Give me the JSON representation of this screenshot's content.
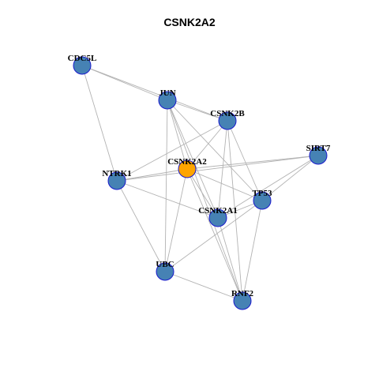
{
  "title": "CSNK2A2",
  "colors": {
    "background": "#ffffff",
    "edge": "#b3b3b3",
    "node_fill": "#4682b4",
    "node_stroke": "#1a1acd",
    "focus_fill": "#ffa500",
    "label": "#000000"
  },
  "graph": {
    "focus": "CSNK2A2",
    "nodes": [
      {
        "id": "CDC5L",
        "label": "CDC5L"
      },
      {
        "id": "JUN",
        "label": "JUN"
      },
      {
        "id": "CSNK2B",
        "label": "CSNK2B"
      },
      {
        "id": "SIRT7",
        "label": "SIRT7"
      },
      {
        "id": "CSNK2A2",
        "label": "CSNK2A2"
      },
      {
        "id": "NTRK1",
        "label": "NTRK1"
      },
      {
        "id": "TP53",
        "label": "TP53"
      },
      {
        "id": "CSNK2A1",
        "label": "CSNK2A1"
      },
      {
        "id": "UBC",
        "label": "UBC"
      },
      {
        "id": "RNF2",
        "label": "RNF2"
      }
    ],
    "edges": [
      [
        "CDC5L",
        "JUN"
      ],
      [
        "CDC5L",
        "CSNK2B"
      ],
      [
        "CDC5L",
        "NTRK1"
      ],
      [
        "JUN",
        "CSNK2B"
      ],
      [
        "JUN",
        "CSNK2A2"
      ],
      [
        "JUN",
        "TP53"
      ],
      [
        "JUN",
        "CSNK2A1"
      ],
      [
        "JUN",
        "UBC"
      ],
      [
        "JUN",
        "RNF2"
      ],
      [
        "CSNK2B",
        "NTRK1"
      ],
      [
        "CSNK2B",
        "CSNK2A2"
      ],
      [
        "CSNK2B",
        "TP53"
      ],
      [
        "CSNK2B",
        "CSNK2A1"
      ],
      [
        "CSNK2B",
        "RNF2"
      ],
      [
        "SIRT7",
        "CSNK2A2"
      ],
      [
        "SIRT7",
        "NTRK1"
      ],
      [
        "SIRT7",
        "TP53"
      ],
      [
        "SIRT7",
        "CSNK2A1"
      ],
      [
        "CSNK2A2",
        "NTRK1"
      ],
      [
        "CSNK2A2",
        "TP53"
      ],
      [
        "CSNK2A2",
        "CSNK2A1"
      ],
      [
        "CSNK2A2",
        "UBC"
      ],
      [
        "CSNK2A2",
        "RNF2"
      ],
      [
        "NTRK1",
        "CSNK2A1"
      ],
      [
        "NTRK1",
        "UBC"
      ],
      [
        "TP53",
        "CSNK2A1"
      ],
      [
        "TP53",
        "UBC"
      ],
      [
        "TP53",
        "RNF2"
      ],
      [
        "CSNK2A1",
        "RNF2"
      ],
      [
        "UBC",
        "RNF2"
      ]
    ]
  }
}
